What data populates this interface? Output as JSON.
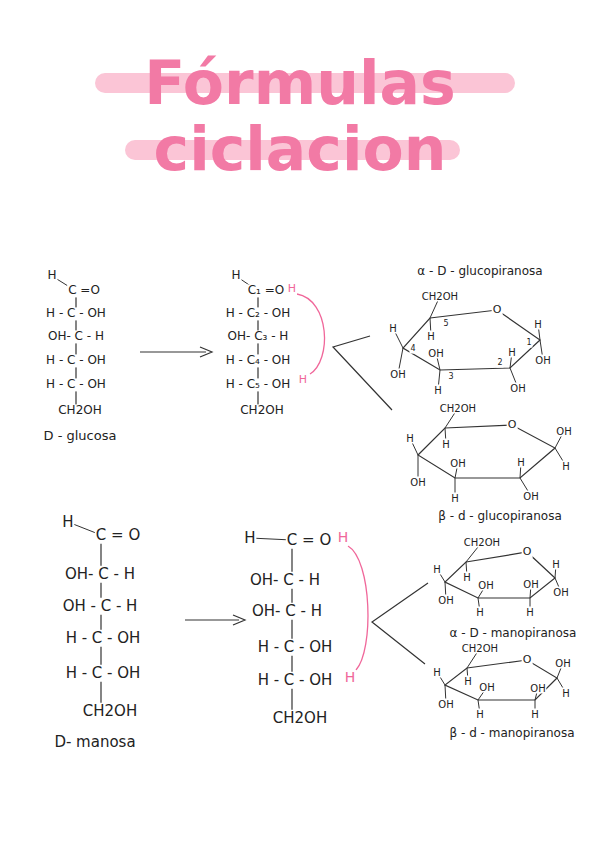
{
  "diagram": {
    "title": "Fórmulas ciclacion",
    "labels": [
      "H",
      "C =O",
      "H - C - OH",
      "OH- C - H",
      "H - C - OH",
      "H - C - OH",
      "CH2OH",
      "D - glucosa",
      "H",
      "C₁ =O",
      "H",
      "H - C₂ - OH",
      "OH- C₃ - H",
      "H - C₄ - OH",
      "H - C₅ - OH",
      "H",
      "CH2OH",
      "α - D - glucopiranosa",
      "CH2OH",
      "5",
      "H",
      "H",
      "O",
      "H",
      "4",
      "OH",
      "H",
      "1",
      "OH",
      "2",
      "3",
      "OH",
      "H",
      "OH",
      "CH2OH",
      "O",
      "H",
      "H",
      "OH",
      "OH",
      "H",
      "H",
      "OH",
      "H",
      "OH",
      "β - d - glucopiranosa",
      "H",
      "C = O",
      "OH- C - H",
      "OH - C - H",
      "H - C - OH",
      "H - C - OH",
      "CH2OH",
      "D- manosa",
      "H",
      "C = O",
      "H",
      "OH- C - H",
      "OH- C - H",
      "H - C - OH",
      "H - C - OH",
      "H",
      "CH2OH",
      "CH2OH",
      "O",
      "H",
      "H",
      "OH",
      "OH",
      "H",
      "OH",
      "OH",
      "H",
      "H",
      "α - D - manopiranosa",
      "CH2OH",
      "O",
      "OH",
      "H",
      "H",
      "OH",
      "OH",
      "H",
      "OH",
      "H",
      "H",
      "β - d - manopiranosa"
    ]
  }
}
